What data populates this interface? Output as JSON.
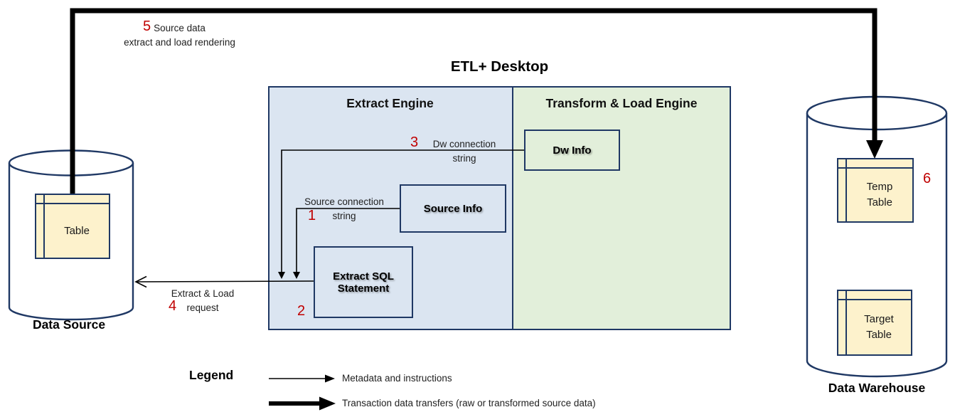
{
  "title": "ETL+ Desktop",
  "engines": {
    "extract": "Extract Engine",
    "transform_load": "Transform & Load Engine"
  },
  "components": {
    "dw_info": "Dw Info",
    "source_info": "Source Info",
    "extract_sql": "Extract SQL Statement"
  },
  "data_source": {
    "label": "Data Source",
    "table": "Table"
  },
  "data_warehouse": {
    "label": "Data Warehouse",
    "temp_table": "Temp\nTable",
    "target_table": "Target\nTable"
  },
  "flows": {
    "f1": {
      "num": "1",
      "label": "Source connection\nstring"
    },
    "f2": {
      "num": "2"
    },
    "f3": {
      "num": "3",
      "label": "Dw connection\nstring"
    },
    "f4": {
      "num": "4",
      "label": "Extract & Load\nrequest"
    },
    "f5": {
      "num": "5",
      "label": "Source data\nextract and load rendering"
    },
    "f6": {
      "num": "6"
    }
  },
  "legend": {
    "title": "Legend",
    "thin": "Metadata and instructions",
    "thick": "Transaction data transfers (raw or transformed  source data)"
  },
  "colors": {
    "panel_blue": "#dbe5f1",
    "panel_green": "#e2efda",
    "table_fill": "#fdf2cc",
    "border_navy": "#1f3864",
    "number_red": "#c00000",
    "line_black": "#000000"
  }
}
